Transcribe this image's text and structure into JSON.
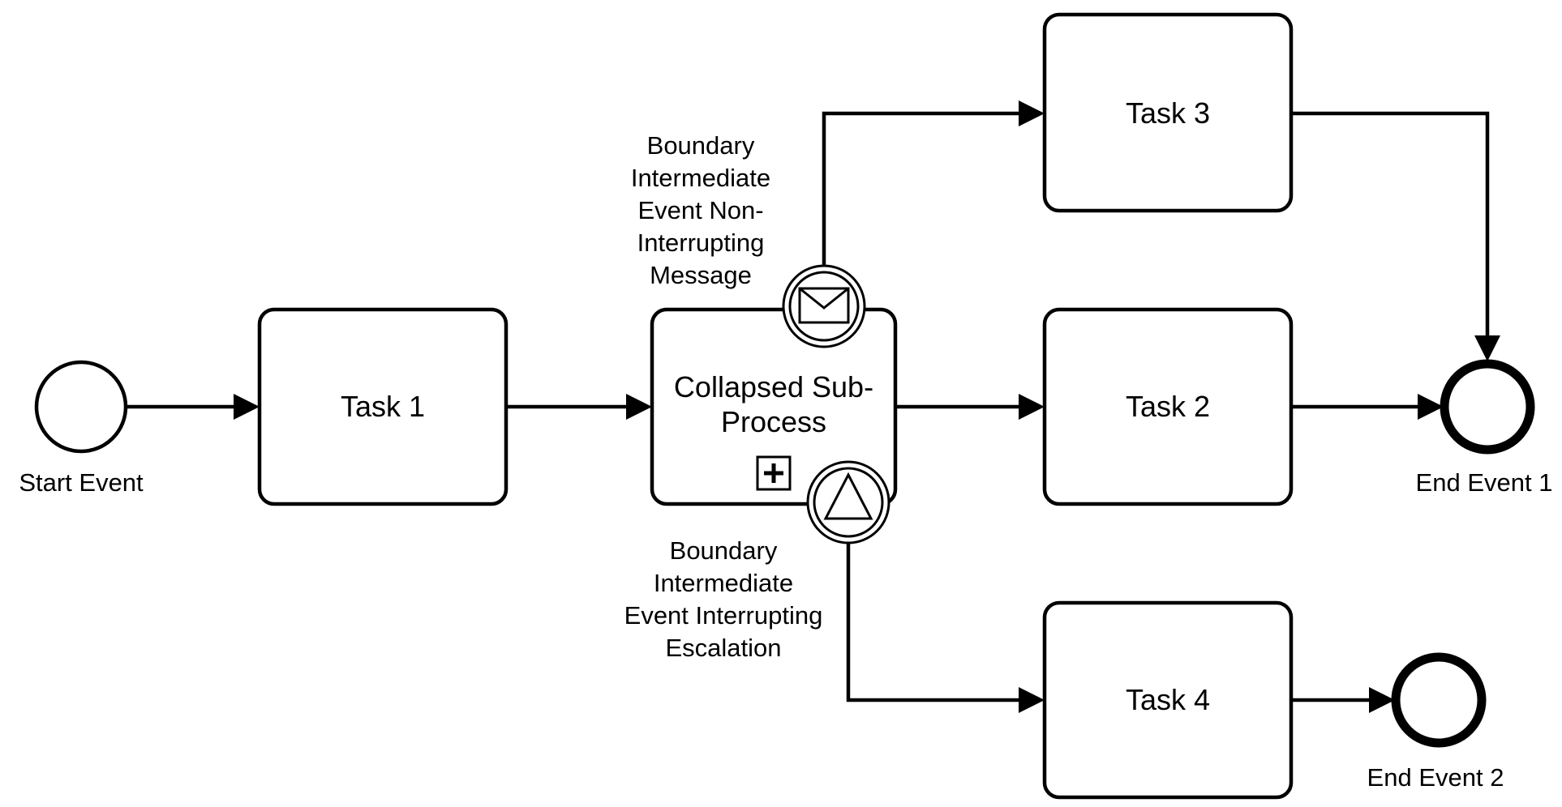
{
  "diagram": {
    "start_event": {
      "label": "Start Event"
    },
    "task1": {
      "label": "Task 1"
    },
    "subprocess": {
      "label_line1": "Collapsed Sub-",
      "label_line2": "Process"
    },
    "task2": {
      "label": "Task 2"
    },
    "task3": {
      "label": "Task 3"
    },
    "task4": {
      "label": "Task 4"
    },
    "end_event1": {
      "label": "End Event 1"
    },
    "end_event2": {
      "label": "End Event 2"
    },
    "boundary_message": {
      "label_lines": [
        "Boundary",
        "Intermediate",
        "Event Non-",
        "Interrupting",
        "Message"
      ]
    },
    "boundary_escalation": {
      "label_lines": [
        "Boundary",
        "Intermediate",
        "Event Interrupting",
        "Escalation"
      ]
    }
  }
}
